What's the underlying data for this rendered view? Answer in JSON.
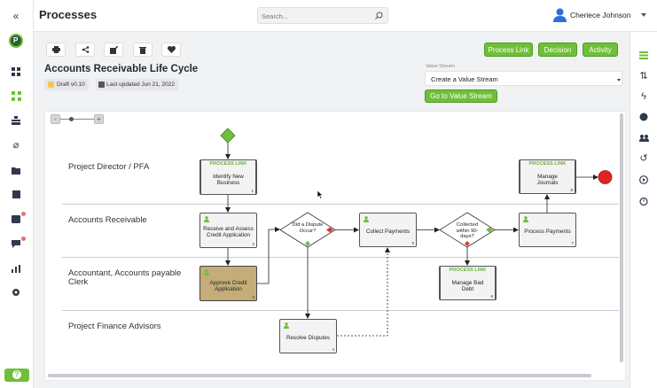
{
  "header": {
    "title": "Processes",
    "search_placeholder": "Search...",
    "user_name": "Cheriece Johnson"
  },
  "toolbar": {
    "buttons": [
      {
        "name": "print",
        "icon": "printer-icon"
      },
      {
        "name": "share",
        "icon": "share-icon"
      },
      {
        "name": "edit",
        "icon": "edit-icon"
      },
      {
        "name": "delete",
        "icon": "trash-icon"
      },
      {
        "name": "favorite",
        "icon": "heart-icon"
      }
    ],
    "process_link_label": "Process Link",
    "decision_label": "Decision",
    "activity_label": "Activity"
  },
  "process": {
    "title": "Accounts Receivable Life Cycle",
    "version": "Draft v0.10",
    "last_updated": "Last updated Jun 21, 2022"
  },
  "value_stream": {
    "label": "Value Stream",
    "select_value": "Create a Value Stream",
    "go_button": "Go to Value Stream"
  },
  "zoom": {
    "minus": "-",
    "plus": "+"
  },
  "diagram": {
    "lanes": [
      "Project Director / PFA",
      "Accounts Receivable",
      "Accountant, Accounts payable Clerk",
      "Project Finance Advisors"
    ],
    "process_link_tag": "PROCESS LINK",
    "nodes": {
      "identify_new_business": {
        "label": "Identify New Business",
        "num": "1"
      },
      "receive_assess": {
        "label": "Receive and Assess Credit Application",
        "num": "2"
      },
      "approve_credit": {
        "label": "Approve Credit Application",
        "num": "3"
      },
      "resolve_disputes": {
        "label": "Resolve Disputes",
        "num": "4"
      },
      "collect_payments": {
        "label": "Collect Payments",
        "num": "5"
      },
      "manage_bad_debt": {
        "label": "Manage Bad Debt",
        "num": "6"
      },
      "process_payments": {
        "label": "Process Payments",
        "num": "7"
      },
      "manage_journals": {
        "label": "Manage Journals",
        "num": "8"
      }
    },
    "decisions": {
      "dispute": "Did a Dispute Occur?",
      "collected": "Collected within 90-days?"
    }
  },
  "colors": {
    "accent_green": "#6fbf3a",
    "approve_fill": "#c4ad78",
    "end_event": "#e02424",
    "start_event": "#6fbf3a"
  }
}
